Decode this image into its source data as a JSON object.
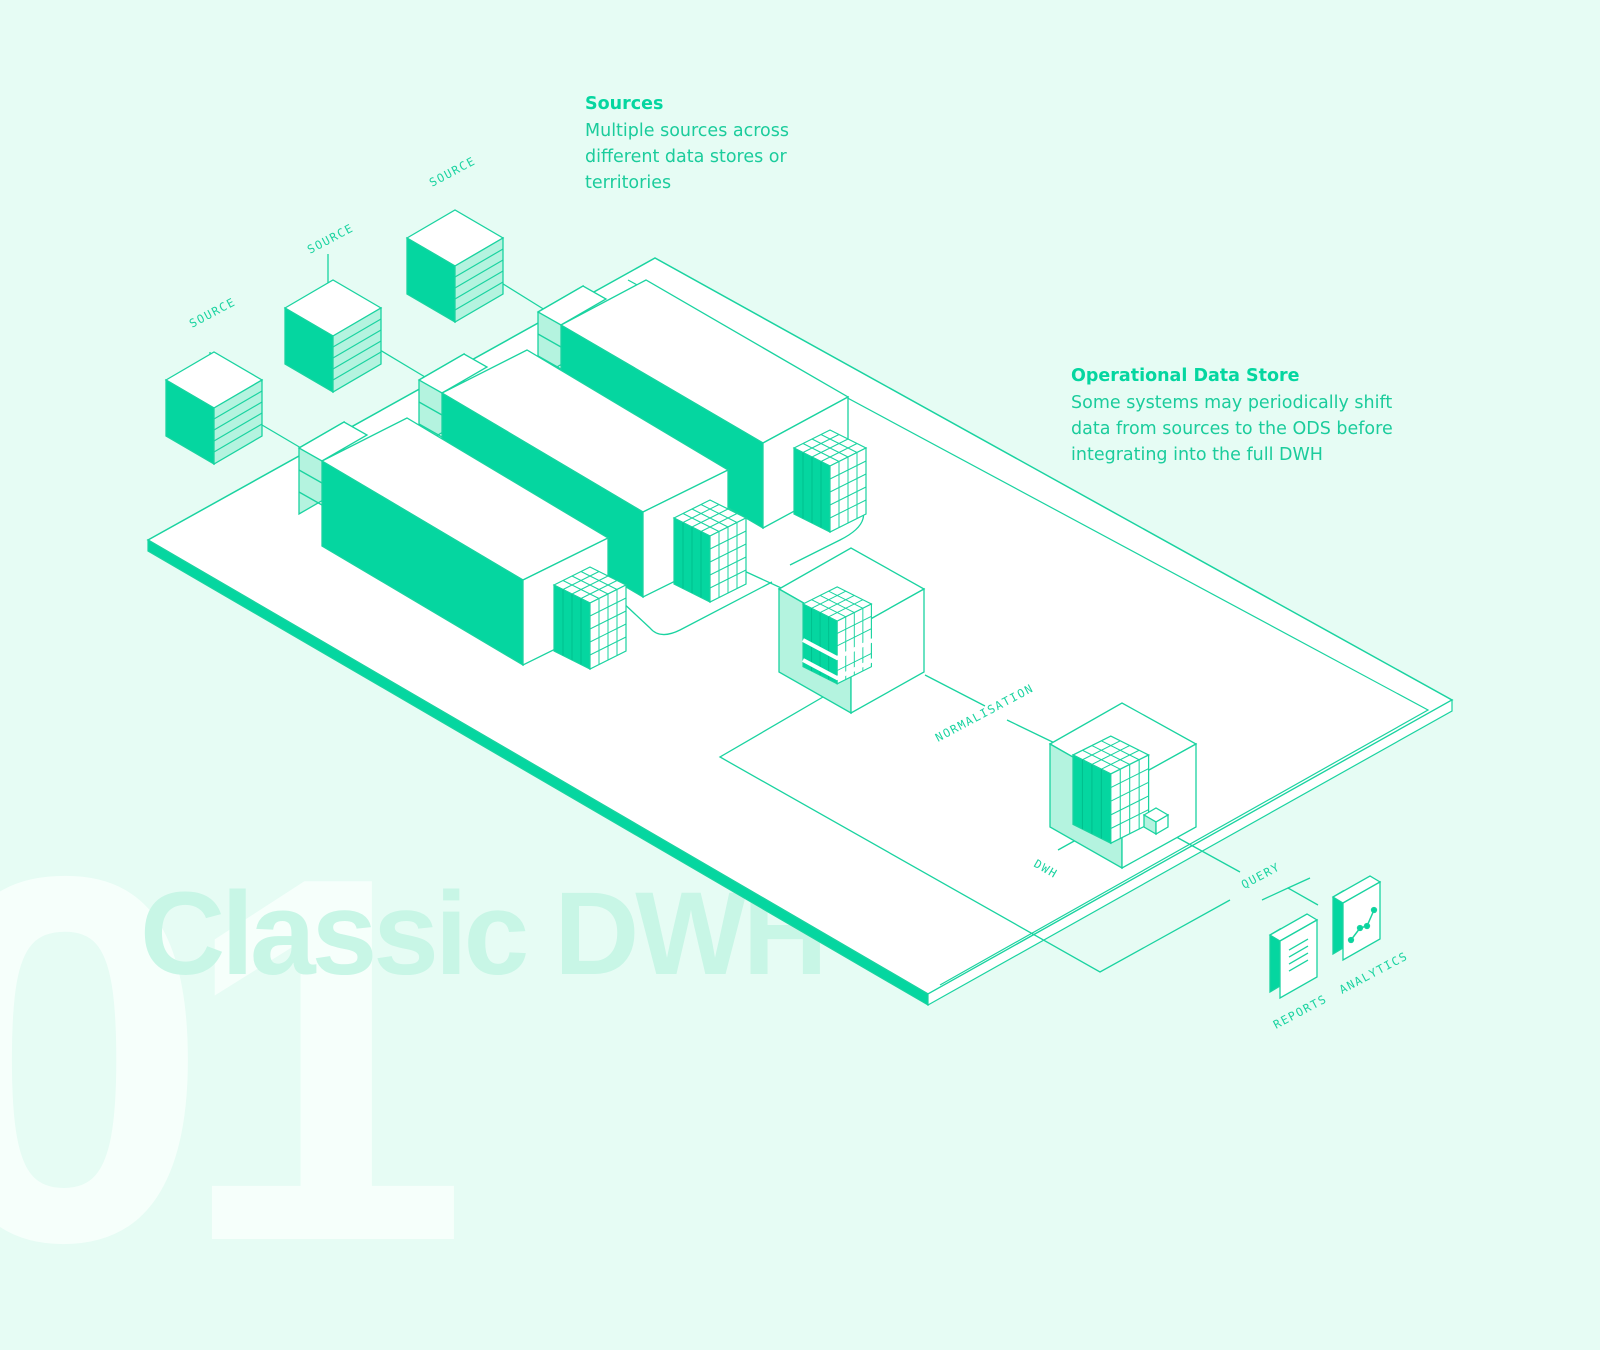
{
  "background": {
    "number": "01",
    "title": "Classic DWH"
  },
  "callouts": {
    "sources": {
      "title": "Sources",
      "body": "Multiple sources across\ndifferent data stores or\nterritories"
    },
    "ods": {
      "title": "Operational Data Store",
      "body": "Some systems may periodically shift\ndata from sources to the ODS before\nintegrating into the full DWH"
    }
  },
  "labels": {
    "source": "SOURCE",
    "normalisation": "NORMALISATION",
    "dwh": "DWH",
    "query": "QUERY",
    "reports": "REPORTS",
    "analytics": "ANALYTICS"
  },
  "colors": {
    "background": "#e6fcf4",
    "accent": "#05d6a0",
    "accent_light": "#b4f3df",
    "line": "#1ad3a0",
    "surface": "#ffffff"
  }
}
